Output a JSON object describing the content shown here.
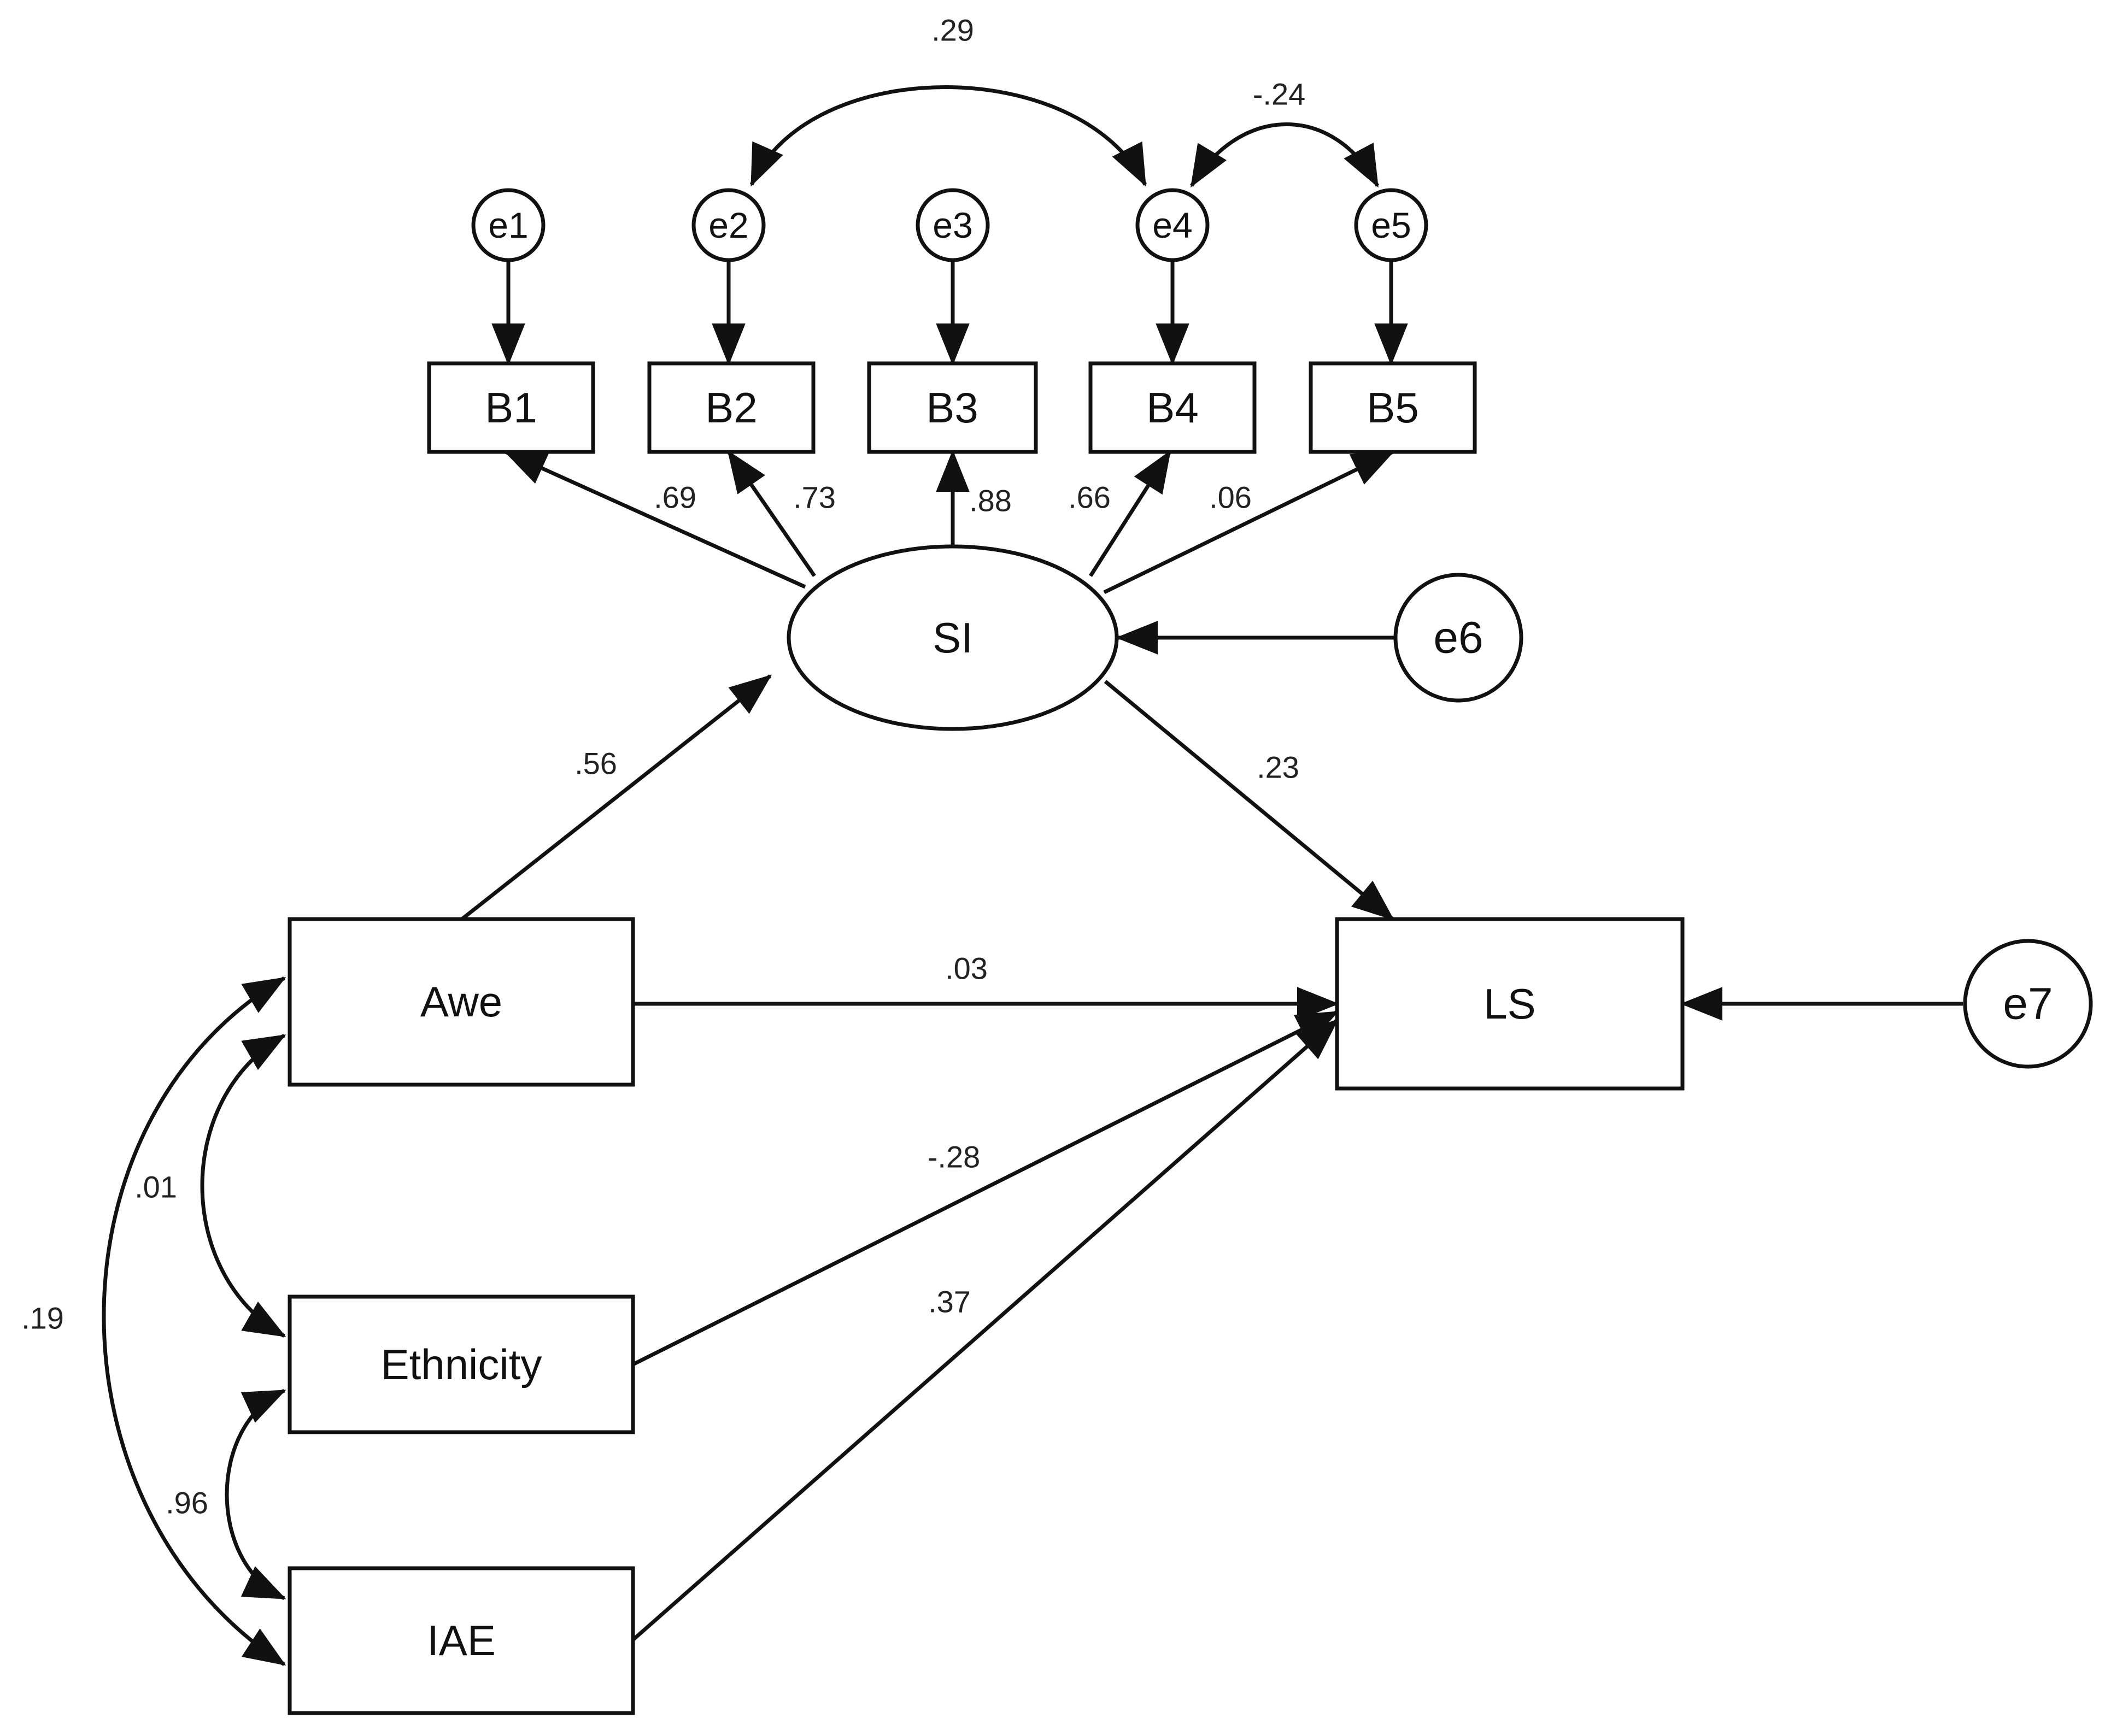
{
  "colors": {
    "stroke": "#111111",
    "background": "#ffffff",
    "text": "#111111"
  },
  "nodes": {
    "B1": "B1",
    "B2": "B2",
    "B3": "B3",
    "B4": "B4",
    "B5": "B5",
    "SI": "SI",
    "Awe": "Awe",
    "Ethnicity": "Ethnicity",
    "IAE": "IAE",
    "LS": "LS"
  },
  "errors": {
    "e1": "e1",
    "e2": "e2",
    "e3": "e3",
    "e4": "e4",
    "e5": "e5",
    "e6": "e6",
    "e7": "e7"
  },
  "loadings": {
    "SI_B1": ".69",
    "SI_B2": ".73",
    "SI_B3": ".88",
    "SI_B4": ".66",
    "SI_B5": ".06"
  },
  "paths": {
    "Awe_SI": ".56",
    "SI_LS": ".23",
    "Awe_LS": ".03",
    "Ethnicity_LS": "-.28",
    "IAE_LS": ".37"
  },
  "covariances": {
    "e2_e4": ".29",
    "e4_e5": "-.24",
    "Awe_Ethnicity": ".01",
    "Awe_IAE": ".19",
    "Ethnicity_IAE": ".96"
  }
}
